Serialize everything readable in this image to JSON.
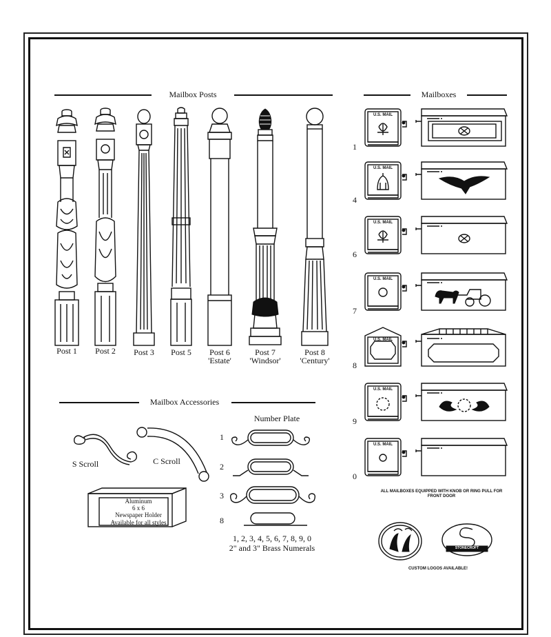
{
  "sections": {
    "posts_title": "Mailbox Posts",
    "mailboxes_title": "Mailboxes",
    "accessories_title": "Mailbox Accessories"
  },
  "posts": [
    {
      "name": "Post 1",
      "sub": ""
    },
    {
      "name": "Post 2",
      "sub": ""
    },
    {
      "name": "Post 3",
      "sub": ""
    },
    {
      "name": "Post 5",
      "sub": ""
    },
    {
      "name": "Post 6",
      "sub": "'Estate'"
    },
    {
      "name": "Post 7",
      "sub": "'Windsor'"
    },
    {
      "name": "Post 8",
      "sub": "'Century'"
    }
  ],
  "mailboxes": [
    {
      "number": "1",
      "front_label": "U.S. MAIL"
    },
    {
      "number": "4",
      "front_label": "U.S. MAIL"
    },
    {
      "number": "6",
      "front_label": "U.S. MAIL"
    },
    {
      "number": "7",
      "front_label": "U.S. MAIL"
    },
    {
      "number": "8",
      "front_label": "U.S. MAIL"
    },
    {
      "number": "9",
      "front_label": "U.S. MAIL"
    },
    {
      "number": "0",
      "front_label": "U.S. MAIL"
    }
  ],
  "mailbox_note": "ALL MAILBOXES EQUIPPED WITH KNOB OR RING PULL FOR FRONT DOOR",
  "logos": {
    "stonecroft": "STONECROFT",
    "custom_note": "CUSTOM LOGOS AVAILABLE!"
  },
  "accessories": {
    "s_scroll": "S Scroll",
    "c_scroll": "C Scroll",
    "holder_line1": "Aluminum",
    "holder_line2": "6 x 6",
    "holder_line3": "Newspaper Holder",
    "holder_line4": "Available for all styles",
    "number_plate_title": "Number Plate",
    "plates": [
      "1",
      "2",
      "3",
      "8"
    ],
    "numerals_line1": "1, 2, 3, 4, 5, 6, 7, 8, 9, 0",
    "numerals_line2": "2\" and 3\" Brass Numerals"
  }
}
